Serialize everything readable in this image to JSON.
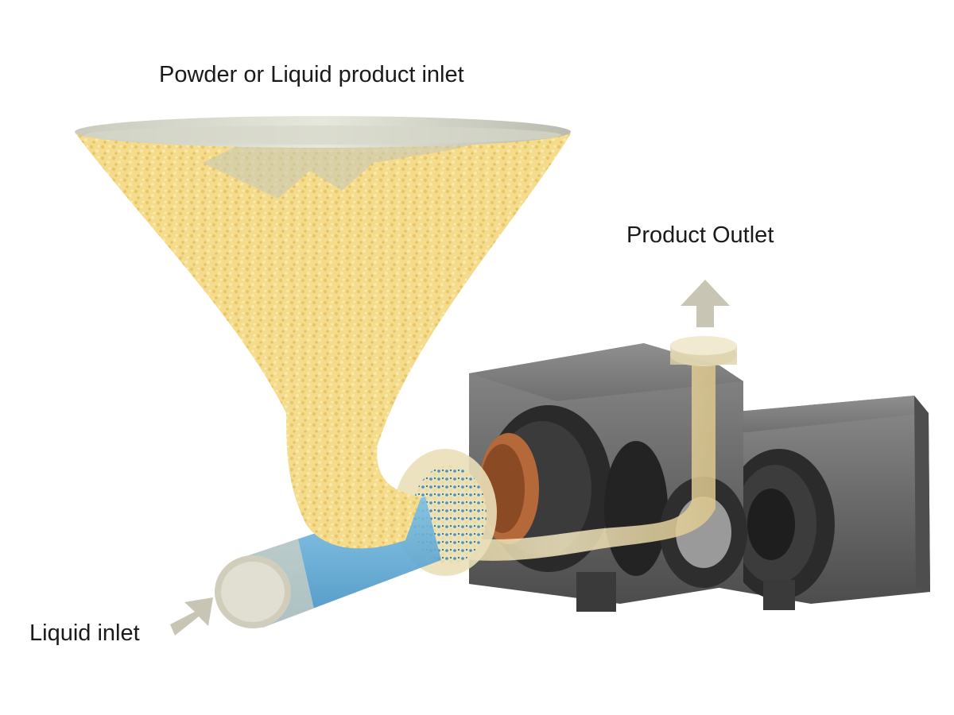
{
  "labels": {
    "powder_inlet": "Powder or Liquid product inlet",
    "product_outlet": "Product Outlet",
    "liquid_inlet": "Liquid inlet"
  },
  "colors": {
    "powder": "#f4dc8c",
    "powder_dark": "#e6c466",
    "liquid": "#5aa9d6",
    "metal_dark": "#3f3f3f",
    "metal_mid": "#6d6d6d",
    "metal_light": "#9a9a9a",
    "pipe": "#ede0b3",
    "arrow": "#c9c5b5",
    "copper": "#b5683a"
  },
  "icons": {
    "outlet_arrow": "arrow-up-icon",
    "liquid_arrow": "arrow-right-icon"
  }
}
